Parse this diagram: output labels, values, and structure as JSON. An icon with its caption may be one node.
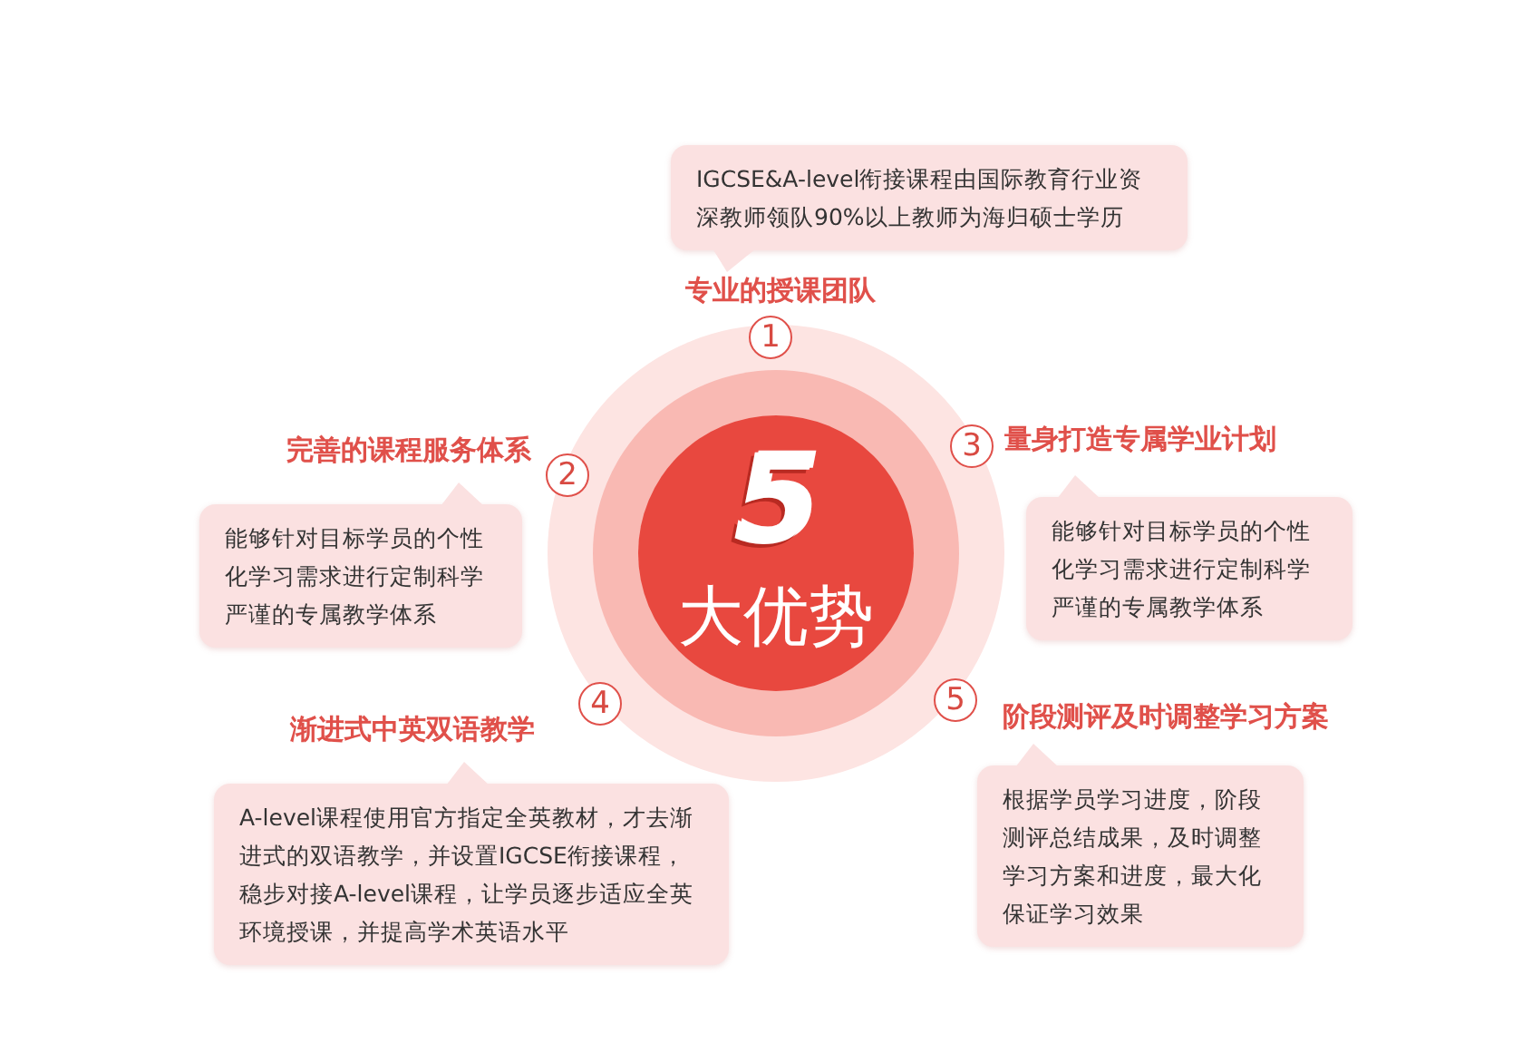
{
  "diagram": {
    "nodes": [
      {
        "text": [
          "5",
          "大优势"
        ]
      },
      {
        "text": [
          "1"
        ]
      },
      {
        "text": [
          "2"
        ]
      },
      {
        "text": [
          "3"
        ]
      },
      {
        "text": [
          "4"
        ]
      },
      {
        "text": [
          "5"
        ]
      },
      {
        "text": [
          "IGCSE&A-level衔接课程由国际教育行业资深教师领队90%以上教师为海归硕士学历",
          "专业的授课团队"
        ]
      },
      {
        "text": [
          "完善的课程服务体系",
          "能够针对目标学员的个性化学习需求进行定制科学严谨的专属教学体系"
        ]
      },
      {
        "text": [
          "量身打造专属学业计划",
          "能够针对目标学员的个性化学习需求进行定制科学严谨的专属教学体系"
        ]
      },
      {
        "text": [
          "渐进式中英双语教学",
          "A-level课程使用官方指定全英教材，才去渐进式的双语教学，并设置IGCSE衔接课程，稳步对接A-level课程，让学员逐步适应全英环境授课，并提高学术英语水平"
        ]
      },
      {
        "text": [
          "阶段测评及时调整学习方案",
          "根据学员学习进度，阶段测评总结成果，及时调整学习方案和进度，最大化保证学习效果"
        ]
      }
    ],
    "edges": []
  }
}
